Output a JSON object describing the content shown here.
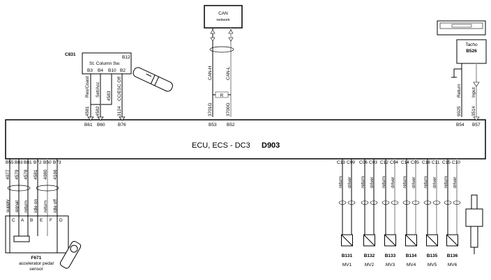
{
  "ecu": {
    "title": "ECU, ECS - DC3",
    "code": "D903"
  },
  "switch": {
    "id": "C831",
    "name": "St. Column Sw.",
    "top_pin": "B12",
    "pins": [
      "B3",
      "B4",
      "B10",
      "B2"
    ],
    "wires": [
      {
        "label": "Res/Coast",
        "num": "4581",
        "ecu_pin": "B61"
      },
      {
        "label": "Set/Acc",
        "num": "4582",
        "ecu_pin": "B60"
      },
      {
        "label": "",
        "num": "4583",
        "ecu_pin": ""
      },
      {
        "label": "CC/ESC Off",
        "num": "3124",
        "ecu_pin": "B76"
      }
    ]
  },
  "can": {
    "title": "CAN",
    "subtitle": "network",
    "resistor": "R",
    "wires": [
      {
        "label": "CAN-H",
        "num": "3701G",
        "ecu_pin": "B53"
      },
      {
        "label": "CAN-L",
        "num": "3700G",
        "ecu_pin": "B52"
      }
    ]
  },
  "tacho": {
    "title": "Tacho",
    "code": "B526",
    "wires": [
      {
        "label": "Return",
        "num": "9025",
        "ecu_pin": "B54"
      },
      {
        "label": "Input",
        "num": "3514",
        "ecu_pin": "B57"
      }
    ]
  },
  "pedal": {
    "code": "F671",
    "name": "accelerator pedal",
    "name2": "sensor",
    "wires": [
      {
        "ecu_pin": "B55",
        "num": "4077",
        "label": "supply",
        "term": "C"
      },
      {
        "ecu_pin": "B83",
        "num": "4579",
        "label": "signal",
        "term": "A"
      },
      {
        "ecu_pin": "B81",
        "num": "4578",
        "label": "return",
        "term": "B"
      },
      {
        "ecu_pin": "B72",
        "num": "4581",
        "label": "idle on",
        "term": "E"
      },
      {
        "ecu_pin": "B50",
        "num": "4080",
        "label": "return",
        "term": "F"
      },
      {
        "ecu_pin": "B73",
        "num": "4166",
        "label": "idle off",
        "term": "D"
      }
    ]
  },
  "injectors": [
    {
      "code": "B131",
      "name": "MV1",
      "pins": [
        "C13",
        "C09"
      ]
    },
    {
      "code": "B132",
      "name": "MV2",
      "pins": [
        "C06",
        "C03"
      ]
    },
    {
      "code": "B133",
      "name": "MV3",
      "pins": [
        "C12",
        "C04"
      ]
    },
    {
      "code": "B134",
      "name": "MV4",
      "pins": [
        "C14",
        "C05"
      ]
    },
    {
      "code": "B135",
      "name": "MV5",
      "pins": [
        "C16",
        "C11"
      ]
    },
    {
      "code": "B136",
      "name": "MV6",
      "pins": [
        "C15",
        "C10"
      ]
    }
  ],
  "injector_wire_labels": [
    "return",
    "driver"
  ]
}
